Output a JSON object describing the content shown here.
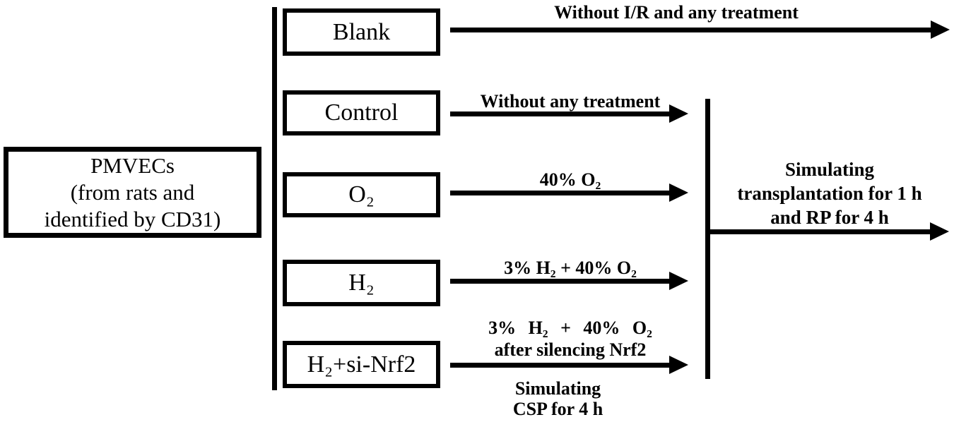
{
  "diagram": {
    "source": {
      "line1": "PMVECs",
      "line2": "(from rats and",
      "line3": "identified by CD31)"
    },
    "groups": {
      "blank": {
        "label": "Blank",
        "treatment": "Without I/R and any treatment"
      },
      "control": {
        "label": "Control",
        "treatment": "Without any treatment"
      },
      "o2": {
        "label": "O₂",
        "treatment": "40% O₂"
      },
      "h2": {
        "label": "H₂",
        "treatment": "3% H₂ + 40% O₂"
      },
      "h2_si_nrf2": {
        "label": "H₂+si-Nrf2",
        "treatment_line1": "3% H₂ + 40% O₂",
        "treatment_line2": "after silencing Nrf2"
      }
    },
    "csp_phase": {
      "line1": "Simulating",
      "line2": "CSP for 4 h"
    },
    "transplant_phase": {
      "line1": "Simulating",
      "line2": "transplantation for 1 h",
      "line3": "and RP for 4 h"
    },
    "colors": {
      "ink": "#000000",
      "background": "#ffffff"
    }
  }
}
